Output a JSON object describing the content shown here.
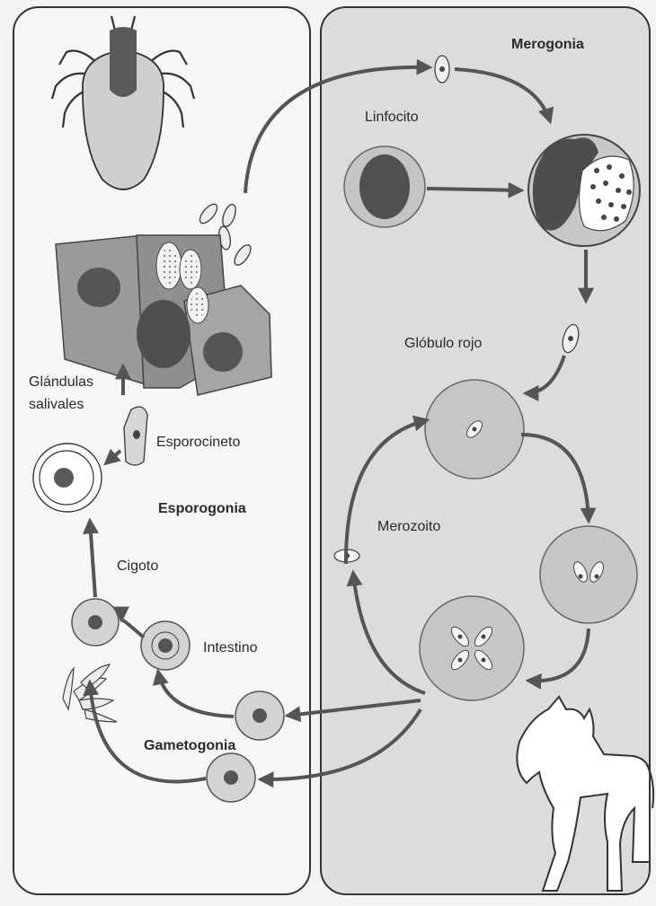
{
  "labels": {
    "merogonia": "Merogonia",
    "linfocito": "Linfocito",
    "globulo_rojo": "Glóbulo rojo",
    "merozoito": "Merozoito",
    "glandulas_line1": "Glándulas",
    "glandulas_line2": "salivales",
    "esporocineto": "Esporocineto",
    "esporogonia": "Esporogonia",
    "cigoto": "Cigoto",
    "intestino": "Intestino",
    "gametogonia": "Gametogonia"
  },
  "colors": {
    "panel_left": "#f6f6f4",
    "panel_right": "#dcdcdb",
    "cell_fill": "#c4c4c4",
    "cell_stroke": "#8a8a8a",
    "nucleus": "#5a5a5a",
    "arrow": "#555555",
    "outline": "#333333"
  },
  "icons": [
    "tick-icon",
    "horse-icon"
  ]
}
